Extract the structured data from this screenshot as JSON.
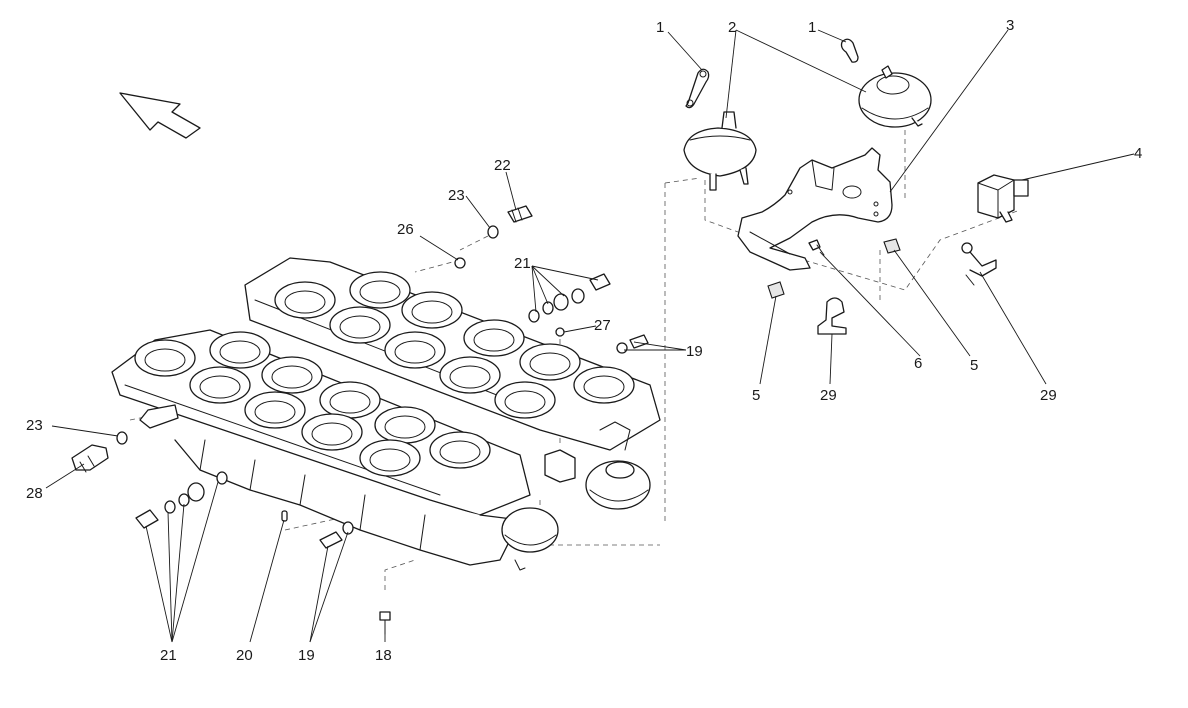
{
  "diagram": {
    "callouts": [
      {
        "id": "c1a",
        "label": "1"
      },
      {
        "id": "c2",
        "label": "2"
      },
      {
        "id": "c1b",
        "label": "1"
      },
      {
        "id": "c3",
        "label": "3"
      },
      {
        "id": "c4",
        "label": "4"
      },
      {
        "id": "c22",
        "label": "22"
      },
      {
        "id": "c23a",
        "label": "23"
      },
      {
        "id": "c26",
        "label": "26"
      },
      {
        "id": "c21a",
        "label": "21"
      },
      {
        "id": "c27",
        "label": "27"
      },
      {
        "id": "c19a",
        "label": "19"
      },
      {
        "id": "c5a",
        "label": "5"
      },
      {
        "id": "c29a",
        "label": "29"
      },
      {
        "id": "c6",
        "label": "6"
      },
      {
        "id": "c5b",
        "label": "5"
      },
      {
        "id": "c29b",
        "label": "29"
      },
      {
        "id": "c23b",
        "label": "23"
      },
      {
        "id": "c28",
        "label": "28"
      },
      {
        "id": "c21b",
        "label": "21"
      },
      {
        "id": "c20",
        "label": "20"
      },
      {
        "id": "c19b",
        "label": "19"
      },
      {
        "id": "c18",
        "label": "18"
      }
    ],
    "colors": {
      "line": "#1a1a1a",
      "background": "#ffffff",
      "shade": "#e6e6e6"
    }
  }
}
